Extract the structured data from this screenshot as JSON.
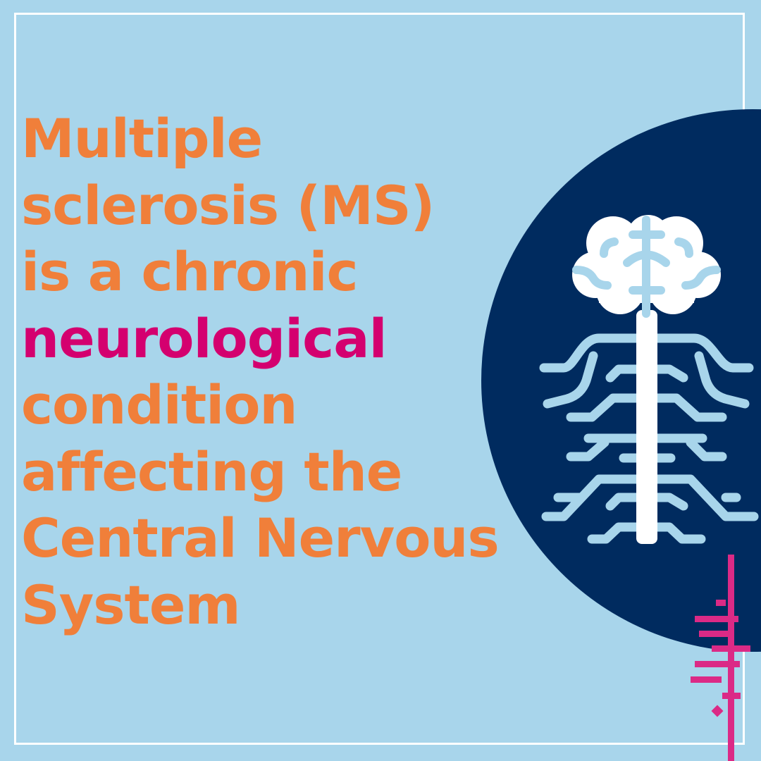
{
  "headline": {
    "lines": [
      "Multiple",
      "sclerosis (MS)",
      "is a chronic",
      "neurological",
      "condition",
      "affecting the",
      "Central Nervous",
      "System"
    ],
    "highlighted_line_index": 3
  },
  "colors": {
    "background": "#A8D5EB",
    "text": "#F07F3A",
    "highlight": "#D4006F",
    "circle": "#002B5F",
    "nerve": "#A8D5EB",
    "accent_lines": "#DB2A86"
  },
  "icons": [
    "brain-icon",
    "spinal-cord-icon",
    "nerve-branches-icon",
    "decorative-lines-icon"
  ]
}
